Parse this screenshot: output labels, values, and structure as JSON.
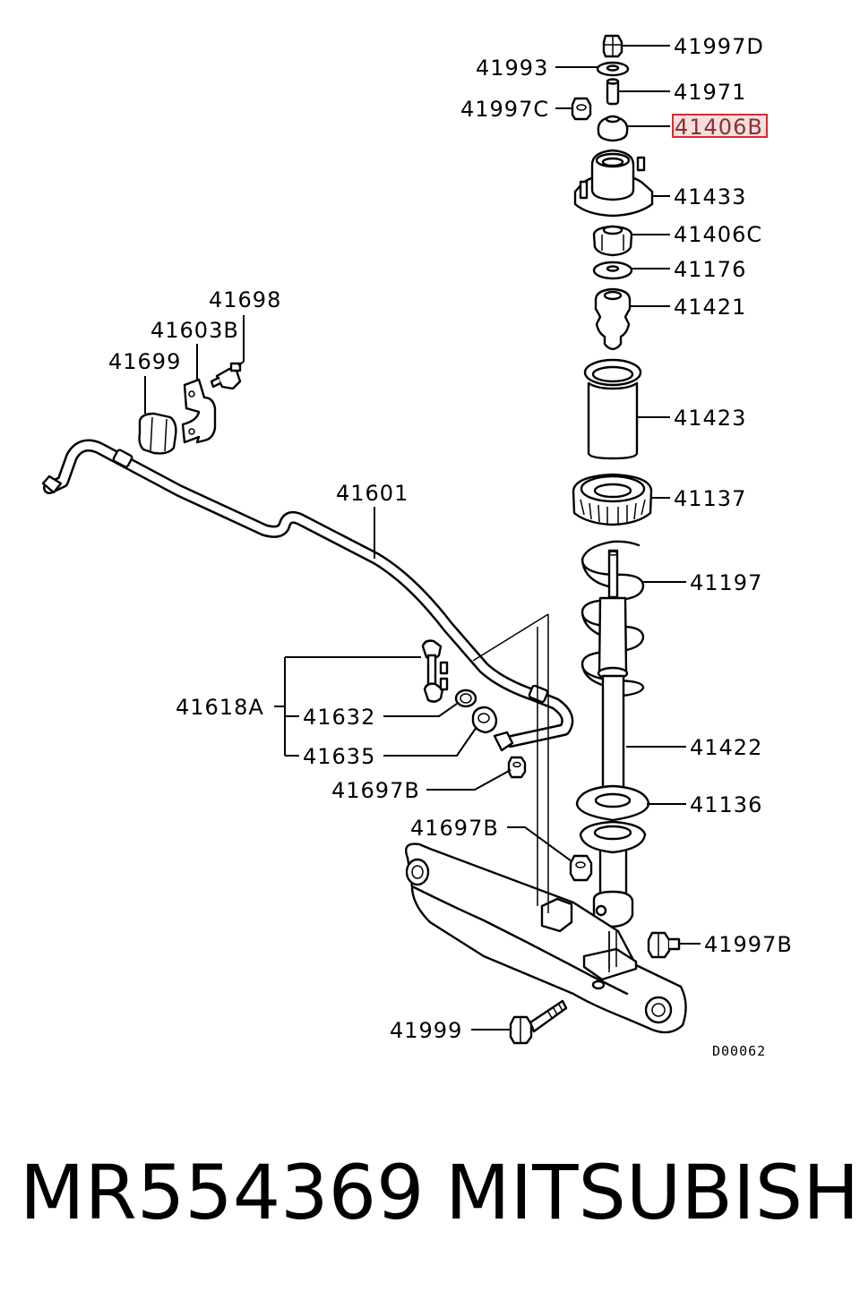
{
  "diagram": {
    "labels": {
      "p41997D": "41997D",
      "p41993": "41993",
      "p41971": "41971",
      "p41997C": "41997C",
      "p41406B": "41406B",
      "p41433": "41433",
      "p41406C": "41406C",
      "p41176": "41176",
      "p41421": "41421",
      "p41423": "41423",
      "p41137": "41137",
      "p41197": "41197",
      "p41422": "41422",
      "p41136": "41136",
      "p41997B": "41997B",
      "p41999": "41999",
      "p41698": "41698",
      "p41603B": "41603B",
      "p41699": "41699",
      "p41601": "41601",
      "p41618A": "41618A",
      "p41632": "41632",
      "p41635": "41635",
      "p41697B_upper": "41697B",
      "p41697B_lower": "41697B"
    },
    "reference_code": "D00062",
    "highlighted_part": "41406B",
    "highlight_color": "#d03030"
  },
  "footer": {
    "part_number": "MR554369",
    "brand": "MITSUBISHI"
  }
}
